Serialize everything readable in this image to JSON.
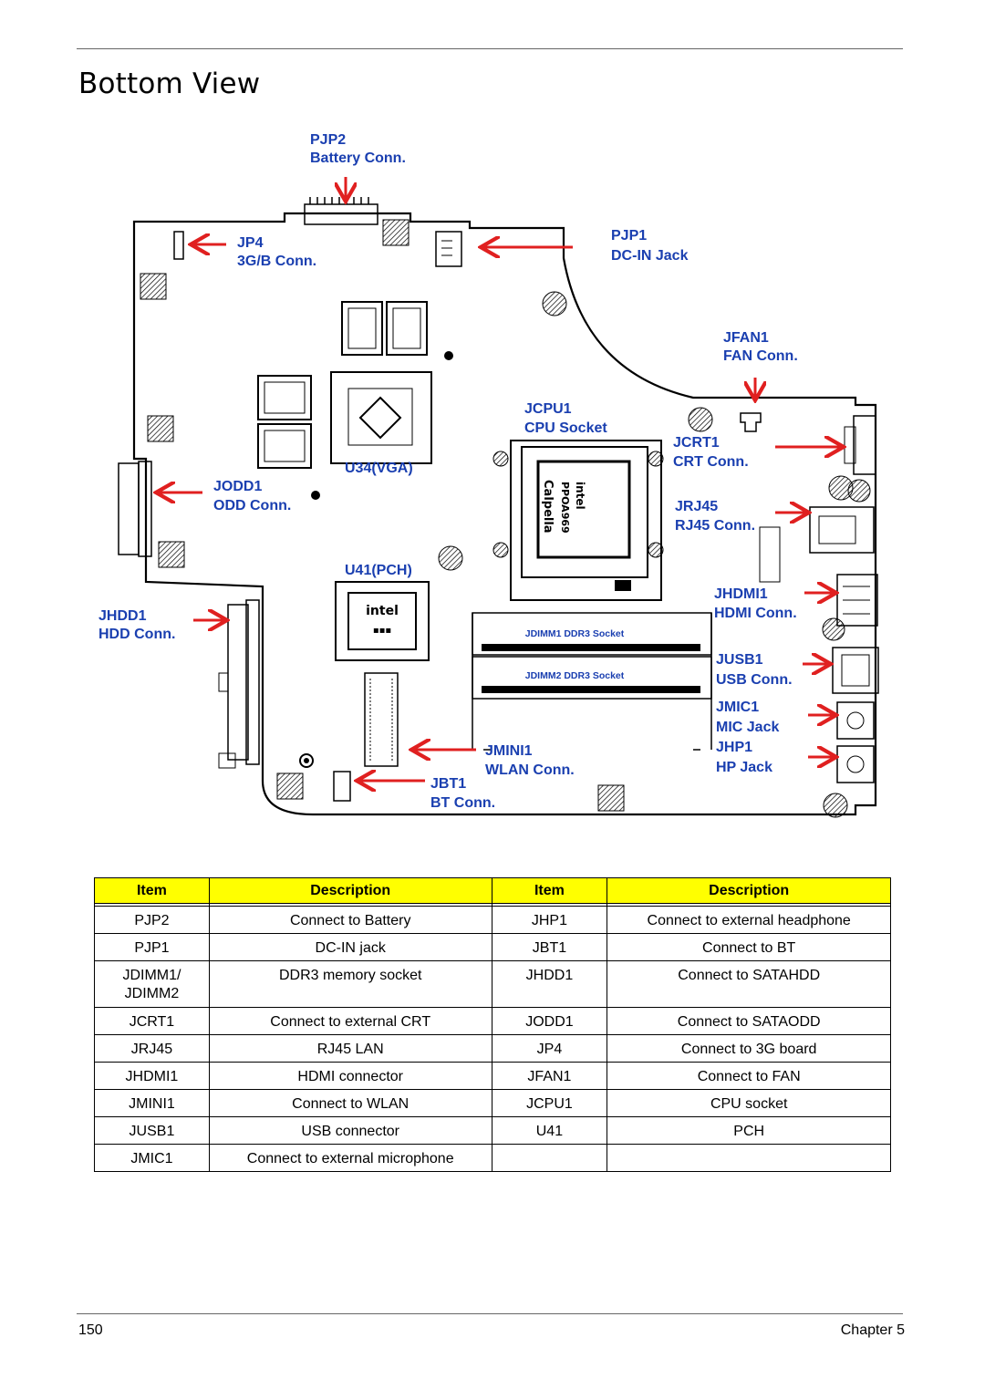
{
  "page": {
    "title": "Bottom View"
  },
  "diagram": {
    "labels": {
      "pjp2_name": "PJP2",
      "pjp2_desc": "Battery Conn.",
      "jp4_name": "JP4",
      "jp4_desc": "3G/B Conn.",
      "pjp1_name": "PJP1",
      "pjp1_desc": "DC-IN Jack",
      "jfan1_name": "JFAN1",
      "jfan1_desc": "FAN Conn.",
      "jcpu1_name": "JCPU1",
      "jcpu1_desc": "CPU Socket",
      "jcrt1_name": "JCRT1",
      "jcrt1_desc": "CRT Conn.",
      "u34": "U34(VGA)",
      "jodd1_name": "JODD1",
      "jodd1_desc": "ODD Conn.",
      "jrj45_name": "JRJ45",
      "jrj45_desc": "RJ45 Conn.",
      "u41": "U41(PCH)",
      "jhdmi1_name": "JHDMI1",
      "jhdmi1_desc": "HDMI Conn.",
      "jhdd1_name": "JHDD1",
      "jhdd1_desc": "HDD Conn.",
      "jusb1_name": "JUSB1",
      "jusb1_desc": "USB Conn.",
      "jmic1_name": "JMIC1",
      "jmic1_desc": "MIC Jack",
      "jhp1_name": "JHP1",
      "jhp1_desc": "HP Jack",
      "jmini1_name": "JMINI1",
      "jmini1_desc": "WLAN Conn.",
      "jbt1_name": "JBT1",
      "jbt1_desc": "BT Conn.",
      "jdimm1": "JDIMM1 DDR3 Socket",
      "jdimm2": "JDIMM2 DDR3 Socket",
      "cpu_chip": [
        "intel",
        "PPOA969",
        "Calpella"
      ],
      "pch_chip": "intel"
    },
    "colors": {
      "label": "#1a3fb0",
      "arrow": "#e02020",
      "board": "#000000"
    }
  },
  "table": {
    "headers": [
      "Item",
      "Description",
      "Item",
      "Description"
    ],
    "header_color": "#ffff00",
    "rows": [
      [
        "PJP2",
        "Connect to Battery",
        "JHP1",
        "Connect to external headphone"
      ],
      [
        "PJP1",
        "DC-IN jack",
        "JBT1",
        "Connect to BT"
      ],
      [
        "JDIMM1/\nJDIMM2",
        "DDR3 memory socket",
        "JHDD1",
        "Connect to SATAHDD"
      ],
      [
        "JCRT1",
        "Connect to external CRT",
        "JODD1",
        "Connect to SATAODD"
      ],
      [
        "JRJ45",
        "RJ45 LAN",
        "JP4",
        "Connect to 3G board"
      ],
      [
        "JHDMI1",
        "HDMI connector",
        "JFAN1",
        "Connect to FAN"
      ],
      [
        "JMINI1",
        "Connect to WLAN",
        "JCPU1",
        "CPU socket"
      ],
      [
        "JUSB1",
        "USB connector",
        "U41",
        "PCH"
      ],
      [
        "JMIC1",
        "Connect to external microphone",
        "",
        ""
      ]
    ]
  },
  "footer": {
    "page_number": "150",
    "chapter": "Chapter 5"
  }
}
